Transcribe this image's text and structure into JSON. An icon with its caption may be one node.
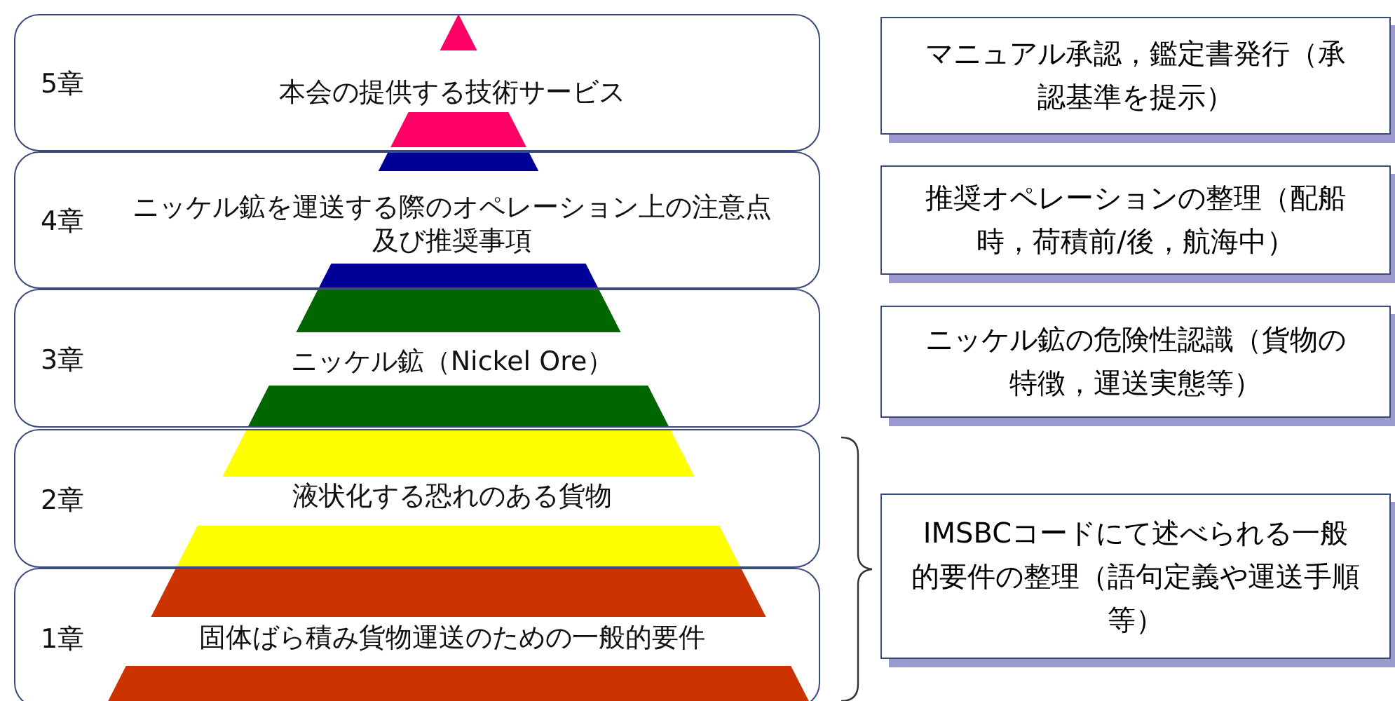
{
  "diagram": {
    "nodes": [
      {
        "text": [
          "5章",
          "本会の提供する技術サービス"
        ]
      },
      {
        "text": [
          "4章",
          "ニッケル鉱を運送する際のオペレーション上の注意点及び推奨事項"
        ]
      },
      {
        "text": [
          "3章",
          "ニッケル鉱（Nickel Ore）"
        ]
      },
      {
        "text": [
          "2章",
          "液状化する恐れのある貨物"
        ]
      },
      {
        "text": [
          "1章",
          "固体ばら積み貨物運送のための一般的要件"
        ]
      },
      {
        "text": [
          "マニュアル承認，鑑定書発行（承認基準を提示）"
        ]
      },
      {
        "text": [
          "推奨オペレーションの整理（配船時，荷積前/後，航海中）"
        ]
      },
      {
        "text": [
          "ニッケル鉱の危険性認識（貨物の特徴，運送実態等）"
        ]
      },
      {
        "text": [
          "IMSBCコードにて述べられる一般的要件の整理（語句定義や運送手順等）"
        ]
      }
    ],
    "edges": []
  }
}
